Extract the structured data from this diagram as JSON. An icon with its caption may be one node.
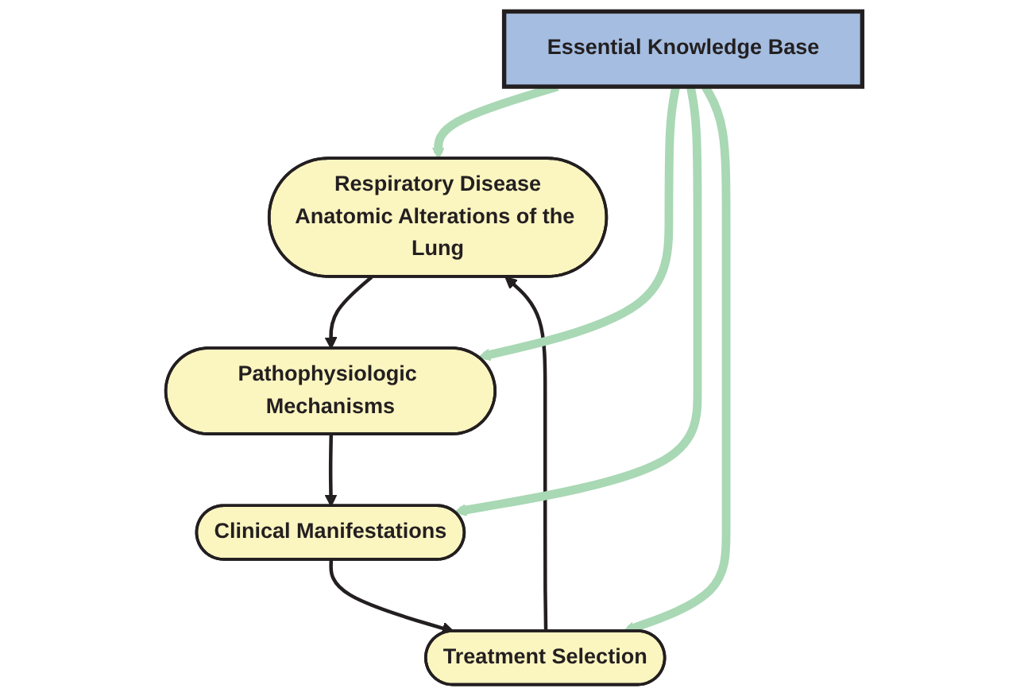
{
  "diagram": {
    "nodes": [
      {
        "text": [
          "Respiratory Disease",
          "Anatomic Alterations of the Lung"
        ]
      },
      {
        "text": [
          "Pathophysiologic Mechanisms"
        ]
      },
      {
        "text": [
          "Clinical Manifestations"
        ]
      },
      {
        "text": [
          "Treatment Selection"
        ]
      },
      {
        "text": [
          "Essential Knowledge Base"
        ]
      }
    ],
    "edges": [
      {
        "from": 0,
        "to": 1,
        "arrow": "to"
      },
      {
        "from": 1,
        "to": 2,
        "arrow": "to"
      },
      {
        "from": 2,
        "to": 3,
        "arrow": "to"
      },
      {
        "from": 3,
        "to": 0,
        "arrow": "to"
      },
      {
        "from": 4,
        "to": 0,
        "arrow": "to",
        "style": "thick",
        "color": "#a9d8b4"
      },
      {
        "from": 4,
        "to": 1,
        "arrow": "to",
        "style": "thick",
        "color": "#a9d8b4"
      },
      {
        "from": 4,
        "to": 2,
        "arrow": "to",
        "style": "thick",
        "color": "#a9d8b4"
      },
      {
        "from": 4,
        "to": 3,
        "arrow": "to",
        "style": "thick",
        "color": "#a9d8b4"
      }
    ]
  }
}
